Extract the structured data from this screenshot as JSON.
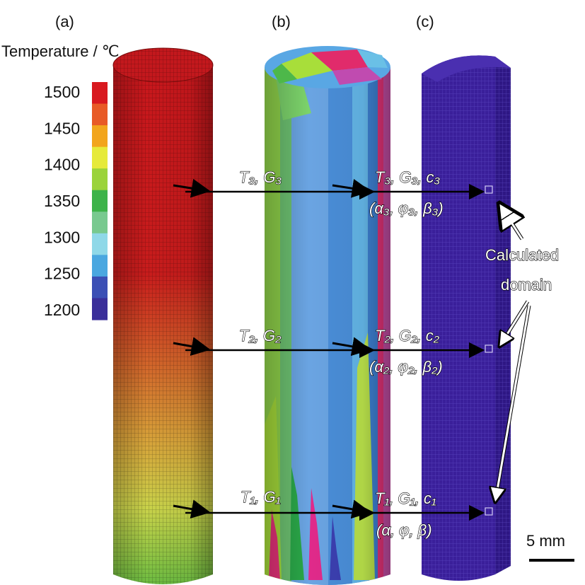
{
  "panels": {
    "a": "(a)",
    "b": "(b)",
    "c": "(c)"
  },
  "colorbar": {
    "title": "Temperature / ℃",
    "ticks": [
      "1500",
      "1450",
      "1400",
      "1350",
      "1300",
      "1250",
      "1200"
    ],
    "colors": [
      "#d8191f",
      "#e85a26",
      "#f2a51c",
      "#e6ea3a",
      "#9bd33a",
      "#3db34a",
      "#78c98f",
      "#8fd8e8",
      "#4aa7e0",
      "#3b4fb5",
      "#3a2f9a"
    ]
  },
  "annotations": {
    "a_top": "T₃, G₃",
    "a_mid": "T₂, G₂",
    "a_bot": "T₁, G₁",
    "b_top_line1": "T₃, G₃, c₃",
    "b_top_line2": "(α₃, φ₃, β₃)",
    "b_mid_line1": "T₂, G₂, c₂",
    "b_mid_line2": "(α₂, φ₂, β₂)",
    "b_bot_line1": "T₁, G₁, c₁",
    "b_bot_line2": "(α, φ, β)"
  },
  "callout": {
    "line1": "Calculated",
    "line2": "domain"
  },
  "scalebar": {
    "label": "5 mm"
  },
  "colors": {
    "cylinder_c": "#3a1f9a",
    "grain_blue": "#5a9fe0",
    "grain_green": "#7cc24a"
  }
}
